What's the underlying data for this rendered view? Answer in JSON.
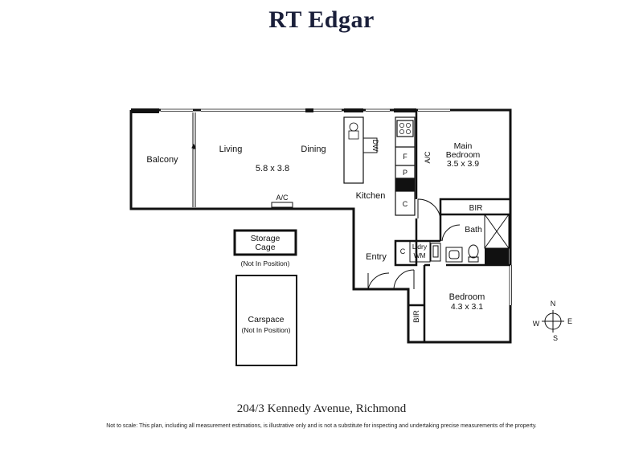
{
  "brand": "RT Edgar",
  "address": "204/3 Kennedy Avenue, Richmond",
  "disclaimer": "Not to scale: This plan, including all measurement estimations, is illustrative only and is not a substitute for inspecting and undertaking precise measurements of the property.",
  "rooms": {
    "balcony": "Balcony",
    "living": "Living",
    "dining": "Dining",
    "living_dims": "5.8 x 3.8",
    "kitchen": "Kitchen",
    "main_bedroom": "Main",
    "main_bedroom_2": "Bedroom",
    "main_bedroom_dims": "3.5 x 3.9",
    "bath": "Bath",
    "bir_top": "BIR",
    "entry": "Entry",
    "bedroom": "Bedroom",
    "bedroom_dims": "4.3 x 3.1",
    "bir_side": "BIR"
  },
  "fixtures": {
    "ac_living": "A/C",
    "ac_bedroom": "A/C",
    "dw": "DW",
    "fridge": "F",
    "pantry": "P",
    "cupboard_kitchen": "C",
    "cupboard_entry": "C",
    "laundry": "L'dry",
    "wm": "WM"
  },
  "storage": {
    "label_1": "Storage",
    "label_2": "Cage",
    "note": "(Not In Position)"
  },
  "carspace": {
    "label": "Carspace",
    "note": "(Not In Position)"
  },
  "compass": {
    "n": "N",
    "e": "E",
    "s": "S",
    "w": "W"
  }
}
